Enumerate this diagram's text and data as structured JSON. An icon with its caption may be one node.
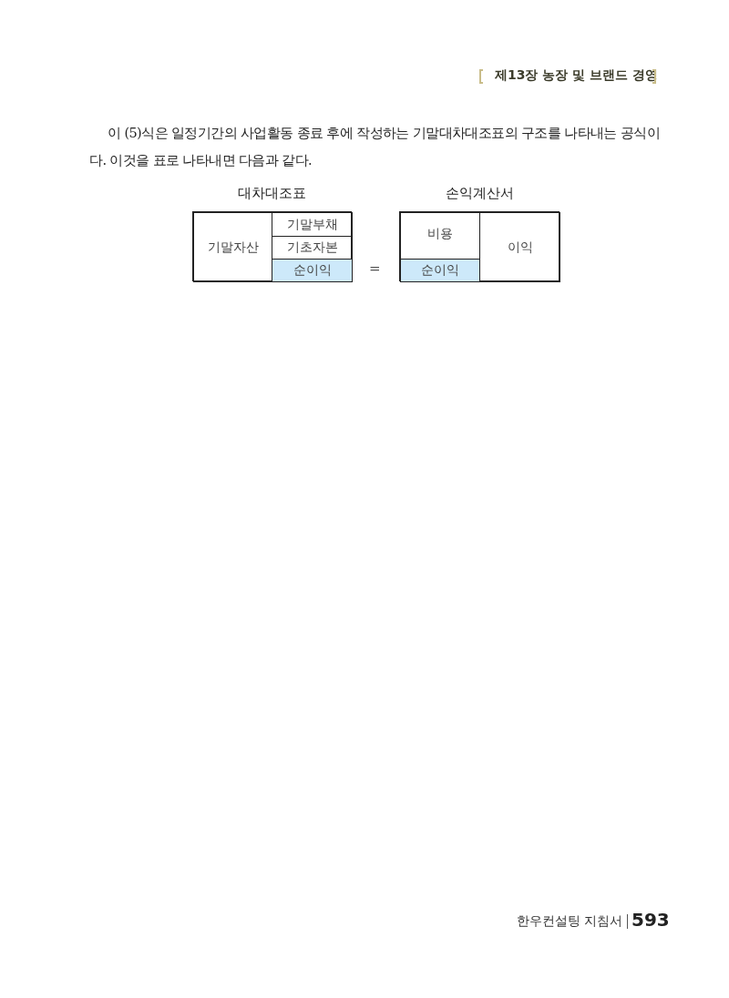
{
  "diagram": {
    "nodes": [
      {
        "text": [
          "대차대조표"
        ]
      },
      {
        "text": [
          "기말자산"
        ],
        "in": 0
      },
      {
        "text": [
          "기말부채"
        ],
        "in": 0
      },
      {
        "text": [
          "기초자본"
        ],
        "in": 0
      },
      {
        "text": [
          "순이익"
        ],
        "in": 0
      },
      {
        "text": [
          "손익계산서"
        ]
      },
      {
        "text": [
          "비용"
        ],
        "in": 5
      },
      {
        "text": [
          "순이익"
        ],
        "in": 5
      },
      {
        "text": [
          "이익"
        ],
        "in": 5
      }
    ],
    "edges": [],
    "labels": [
      "제13장 농장 및 브랜드 경영",
      "이 (5)식은 일정기간의 사업활동 종료 후에 작성하는 기말대차대조표의 구조를 나타내는 공식이다. 이것을 표로 나타내면 다음과 같다.",
      "=",
      "한우컨설팅 지침서",
      "593"
    ]
  }
}
